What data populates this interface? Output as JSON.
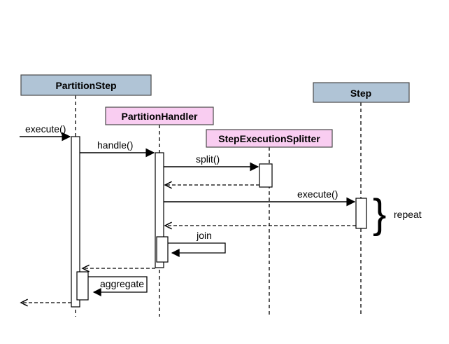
{
  "participants": [
    {
      "label": "PartitionStep"
    },
    {
      "label": "PartitionHandler"
    },
    {
      "label": "StepExecutionSplitter"
    },
    {
      "label": "Step"
    }
  ],
  "messages": {
    "execute_outer": "execute()",
    "handle": "handle()",
    "split": "split()",
    "execute_step": "execute()",
    "join": "join",
    "aggregate": "aggregate"
  },
  "annotations": {
    "repeat": "repeat",
    "brace": "}"
  },
  "colors": {
    "participant_primary": "#b0c4d6",
    "participant_secondary": "#f9cdf1",
    "activation": "#ffffff",
    "border": "#4a4a4a"
  }
}
